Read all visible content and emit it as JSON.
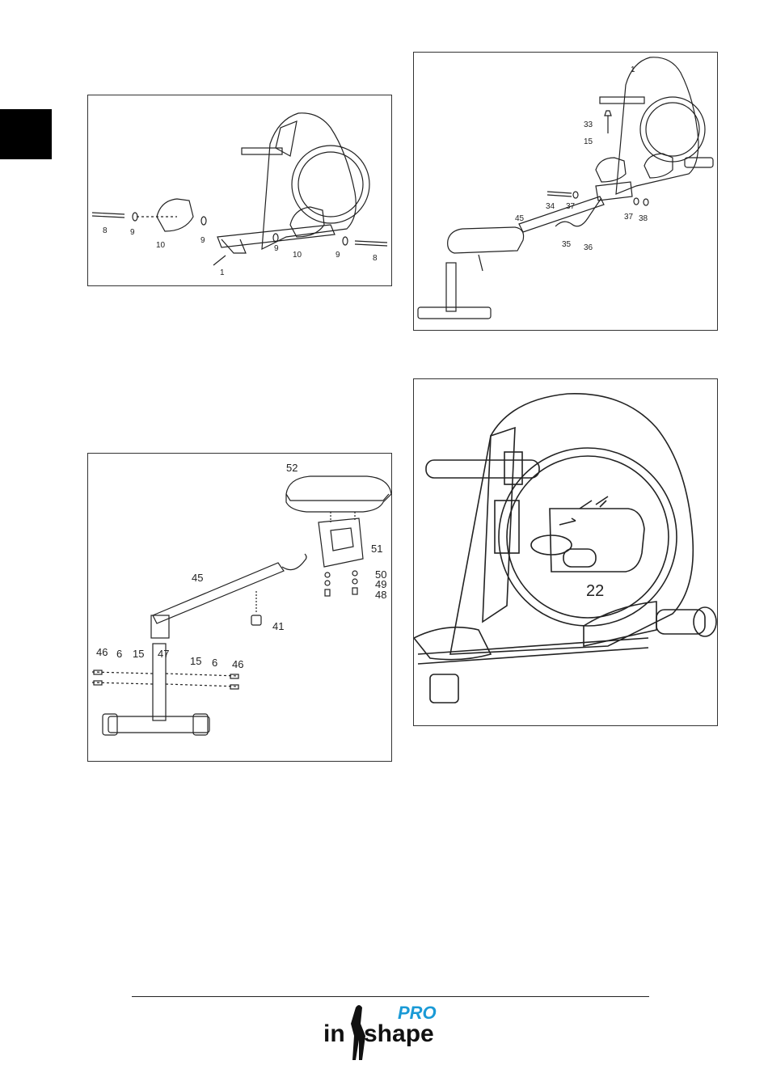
{
  "figures": {
    "fig1": {
      "labels": {
        "pin_left": "8",
        "washer_left_outer": "9",
        "pedal_left": "10",
        "washer_left_inner": "9",
        "washer_right_inner": "9",
        "pedal_right": "10",
        "washer_right_outer": "9",
        "pin_right": "8",
        "frame": "1"
      }
    },
    "fig2": {
      "labels": {
        "frame": "1",
        "knob": "33",
        "washer_knob": "15",
        "bolt": "34",
        "washer_a": "37",
        "washer_b": "37",
        "nut": "38",
        "rail": "45",
        "cable_a": "35",
        "cable_b": "36"
      }
    },
    "fig3": {
      "labels": {
        "seat": "52",
        "seat_bracket": "51",
        "washer_50": "50",
        "washer_49": "49",
        "bolt_48": "48",
        "rail": "45",
        "stopper": "41",
        "bolt_left": "46",
        "washer6_left": "6",
        "washer15_left": "15",
        "rear_stabilizer": "47",
        "washer15_right": "15",
        "washer6_right": "6",
        "bolt_right": "46"
      }
    },
    "fig4": {
      "labels": {
        "tension_knob": "22"
      }
    }
  },
  "footer": {
    "logo_text_in": "in",
    "logo_text_shape": "shape",
    "logo_text_pro": "PRO",
    "colors": {
      "pro": "#1a9ad6",
      "text": "#111111"
    }
  }
}
